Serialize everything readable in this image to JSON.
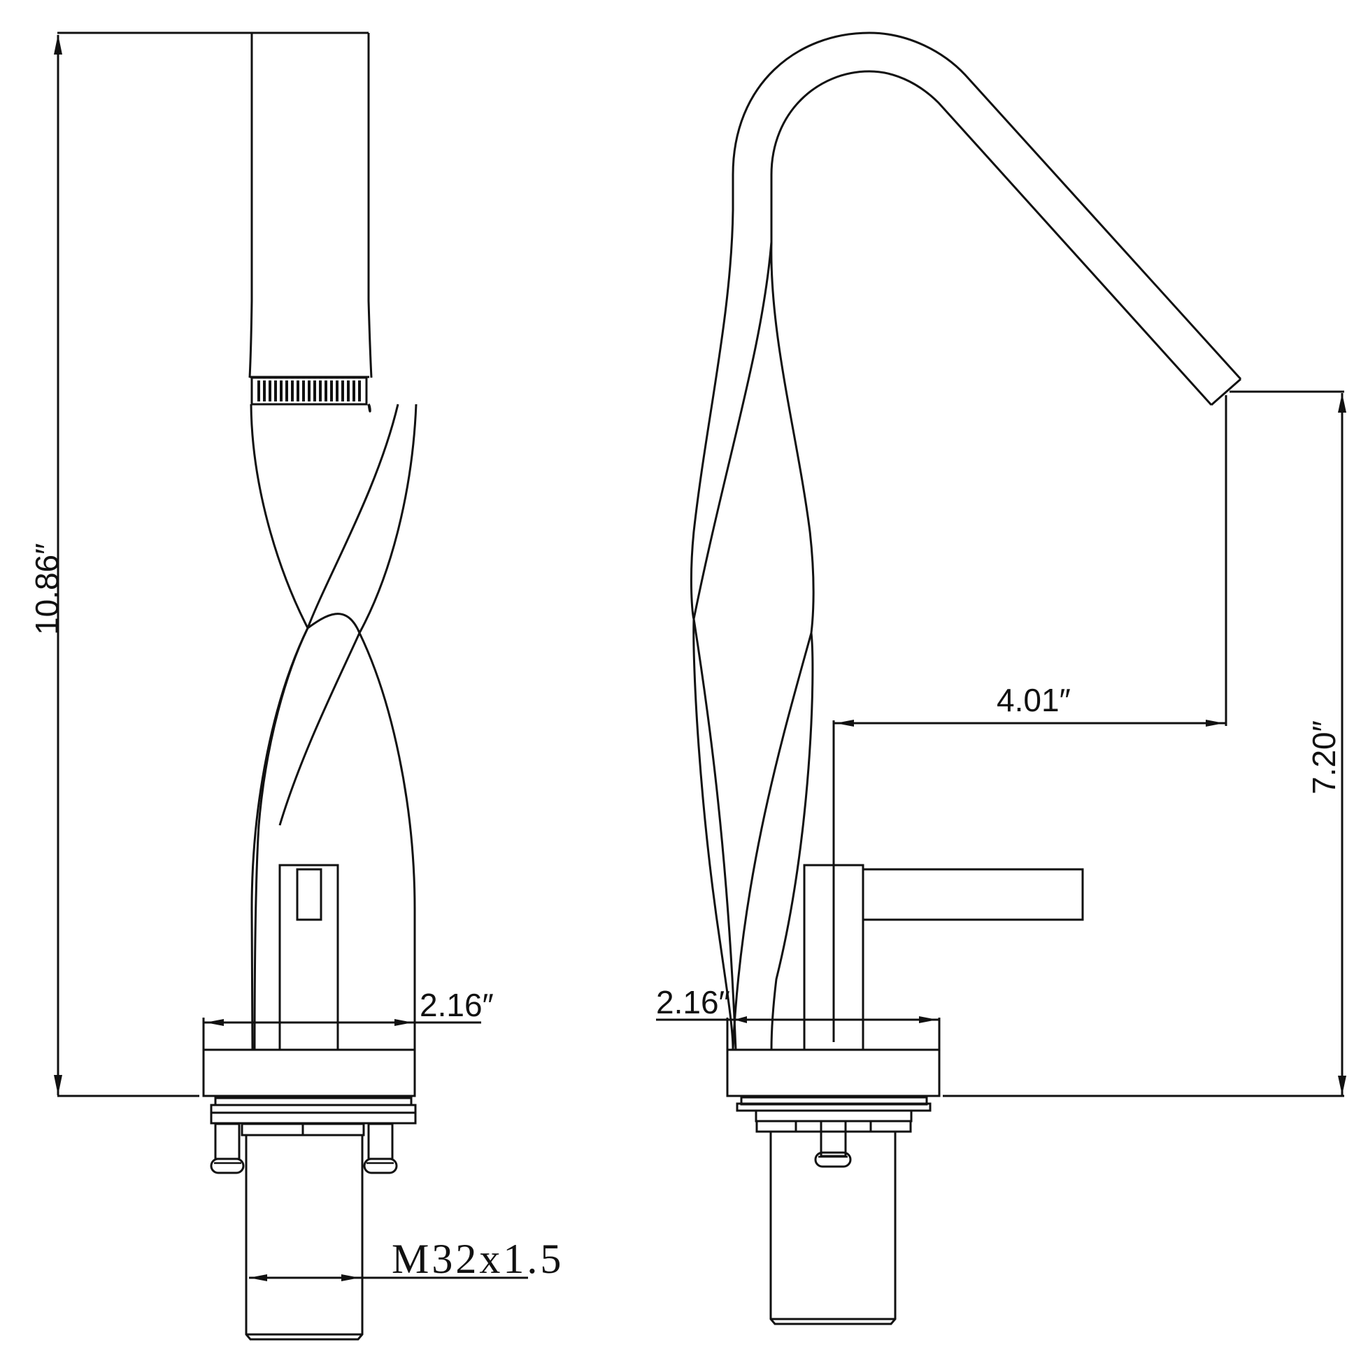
{
  "drawing": {
    "title": "Single-handle twisted faucet dimension drawing",
    "views": [
      {
        "name": "front-view",
        "label": ""
      },
      {
        "name": "side-view",
        "label": ""
      }
    ],
    "colors": {
      "line": "#111111",
      "background": "#ffffff"
    }
  },
  "dimensions": {
    "total_height": "10.86″",
    "front_base_width": "2.16″",
    "thread_spec": "M32x1.5",
    "side_base_width": "2.16″",
    "spout_reach": "4.01″",
    "spout_height": "7.20″"
  }
}
